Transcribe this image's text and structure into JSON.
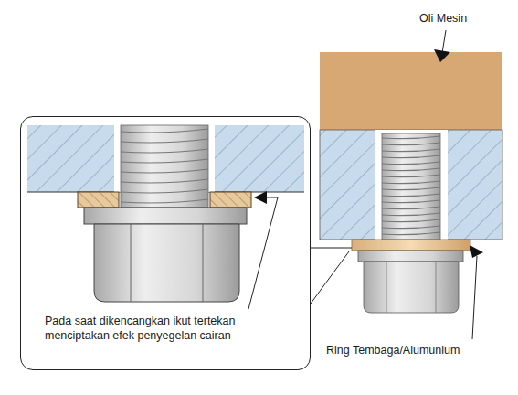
{
  "diagram": {
    "nodes": [
      {
        "text": [
          "Pada saat dikencangkan ikut tertekan menciptakan efek penyegelan cairan"
        ]
      }
    ],
    "labels": [
      "Oli Mesin",
      "Ring Tembaga/Alumunium"
    ]
  }
}
